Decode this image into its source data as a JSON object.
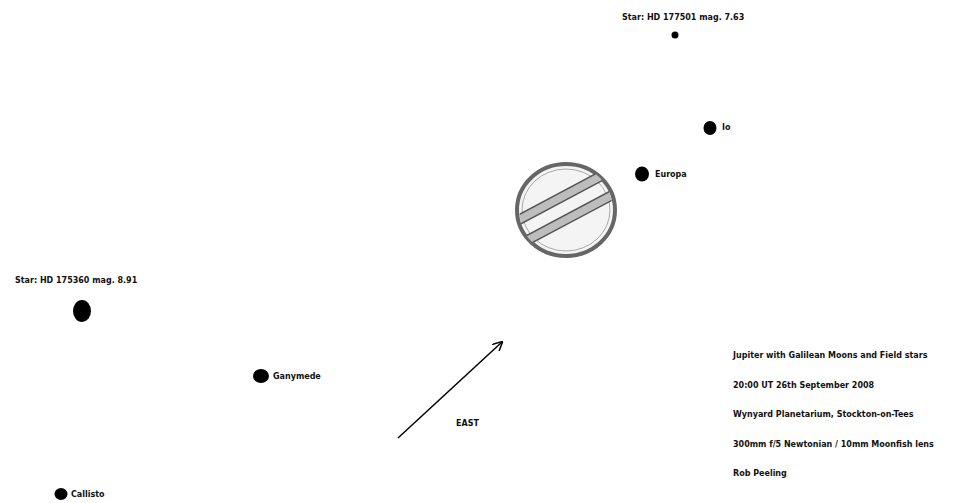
{
  "diagram": {
    "labels": [
      "Star: HD 177501 mag. 7.63",
      "Io",
      "Europa",
      "Star: HD 175360 mag. 8.91",
      "Ganymede",
      "Callisto",
      "EAST",
      "Jupiter with Galilean Moons and Field stars",
      "20:00 UT 26th September 2008",
      "Wynyard Planetarium, Stockton-on-Tees",
      "300mm f/5 Newtonian / 10mm Moonfish lens",
      "Rob Peeling"
    ]
  }
}
